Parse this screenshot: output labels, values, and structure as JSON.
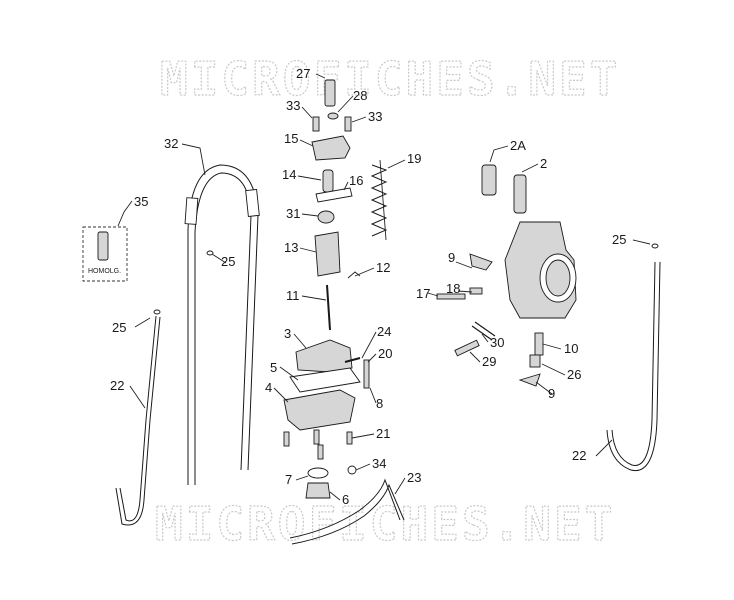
{
  "watermark": "MICROFICHES.NET",
  "homolog_label": "HOMOLG.",
  "callouts": {
    "c27": "27",
    "c28": "28",
    "c33a": "33",
    "c33b": "33",
    "c15": "15",
    "c19": "19",
    "c14": "14",
    "c16": "16",
    "c31": "31",
    "c13": "13",
    "c12": "12",
    "c11": "11",
    "c3": "3",
    "c24": "24",
    "c5": "5",
    "c20": "20",
    "c4": "4",
    "c8": "8",
    "c21": "21",
    "c7": "7",
    "c34": "34",
    "c23": "23",
    "c6": "6",
    "c32": "32",
    "c35": "35",
    "c25a": "25",
    "c25b": "25",
    "c25c": "25",
    "c22a": "22",
    "c22b": "22",
    "c2A": "2A",
    "c2": "2",
    "c9a": "9",
    "c9b": "9",
    "c17": "17",
    "c18": "18",
    "c30": "30",
    "c29": "29",
    "c10": "10",
    "c26": "26"
  }
}
